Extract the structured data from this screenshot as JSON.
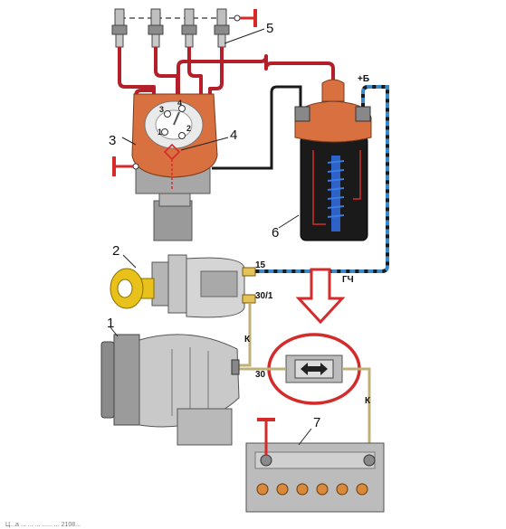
{
  "labels": {
    "distributor": "3",
    "ignition_switch": "2",
    "generator": "1",
    "battery": "7",
    "coil": "6",
    "breaker": "4",
    "wires": "5"
  },
  "distributor_terminals": [
    "1",
    "2",
    "3",
    "4"
  ],
  "pins": {
    "switch_15": "15",
    "switch_30_1": "30/1",
    "gen_30": "30",
    "wire_k_left": "К",
    "wire_k_right": "К",
    "wire_gch": "ГЧ",
    "coil_plus_b": "+Б"
  },
  "colors": {
    "hv_wire": "#b3202a",
    "ground": "#d62a2a",
    "coil_body": "#d8703f",
    "coil_can": "#1a1a1a",
    "coil_winding": "#2f62c8",
    "blue_wire": "#3a88c8",
    "key": "#e8c21a",
    "highlight": "#d42b2b"
  },
  "caption": "Ц...а ... ... ... ...... ... 2108..."
}
